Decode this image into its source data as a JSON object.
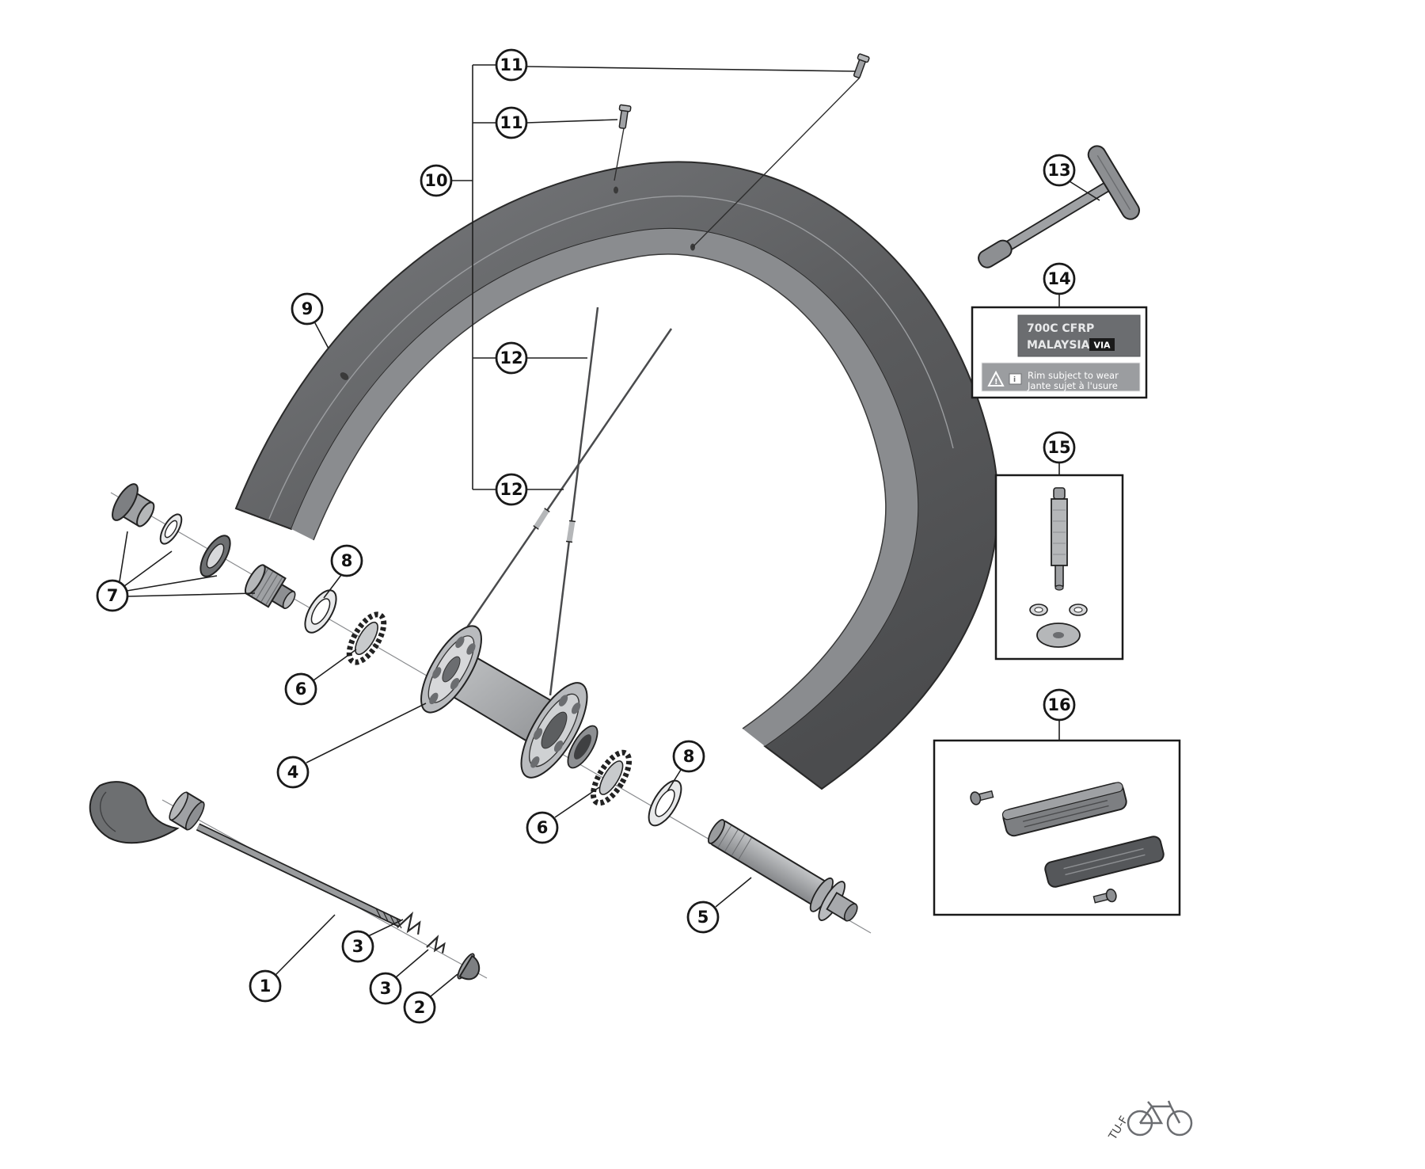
{
  "diagram": {
    "kind": "exploded-parts-diagram",
    "subject": "Front bicycle wheel exploded view with rim, spokes, hub, quick release and service parts"
  },
  "callouts": [
    {
      "ref": "callout-11-top",
      "label": "11"
    },
    {
      "ref": "callout-11-mid",
      "label": "11"
    },
    {
      "ref": "callout-10",
      "label": "10"
    },
    {
      "ref": "callout-12-upper",
      "label": "12"
    },
    {
      "ref": "callout-12-lower",
      "label": "12"
    },
    {
      "ref": "callout-9",
      "label": "9"
    },
    {
      "ref": "callout-13",
      "label": "13"
    },
    {
      "ref": "callout-14",
      "label": "14"
    },
    {
      "ref": "callout-15",
      "label": "15"
    },
    {
      "ref": "callout-16",
      "label": "16"
    },
    {
      "ref": "callout-7",
      "label": "7"
    },
    {
      "ref": "callout-8-left",
      "label": "8"
    },
    {
      "ref": "callout-6-left",
      "label": "6"
    },
    {
      "ref": "callout-4",
      "label": "4"
    },
    {
      "ref": "callout-8-right",
      "label": "8"
    },
    {
      "ref": "callout-6-right",
      "label": "6"
    },
    {
      "ref": "callout-5",
      "label": "5"
    },
    {
      "ref": "callout-1",
      "label": "1"
    },
    {
      "ref": "callout-3-upper",
      "label": "3"
    },
    {
      "ref": "callout-3-lower",
      "label": "3"
    },
    {
      "ref": "callout-2",
      "label": "2"
    }
  ],
  "rim_label": {
    "line1": "700C  CFRP",
    "line2": "MALAYSIA",
    "via_badge": "VIA",
    "warning_mark": "!",
    "book_mark": "i",
    "warning_en": "Rim subject to wear",
    "warning_fr": "Jante sujet à l'usure"
  },
  "footer": {
    "model_suffix": "TU-F"
  },
  "colors": {
    "line": "#1f1f1f",
    "rim_dark": "#515254",
    "rim_light": "#8a8c8f",
    "metal": "#a7a9ac",
    "metal_light": "#d7d8da"
  }
}
